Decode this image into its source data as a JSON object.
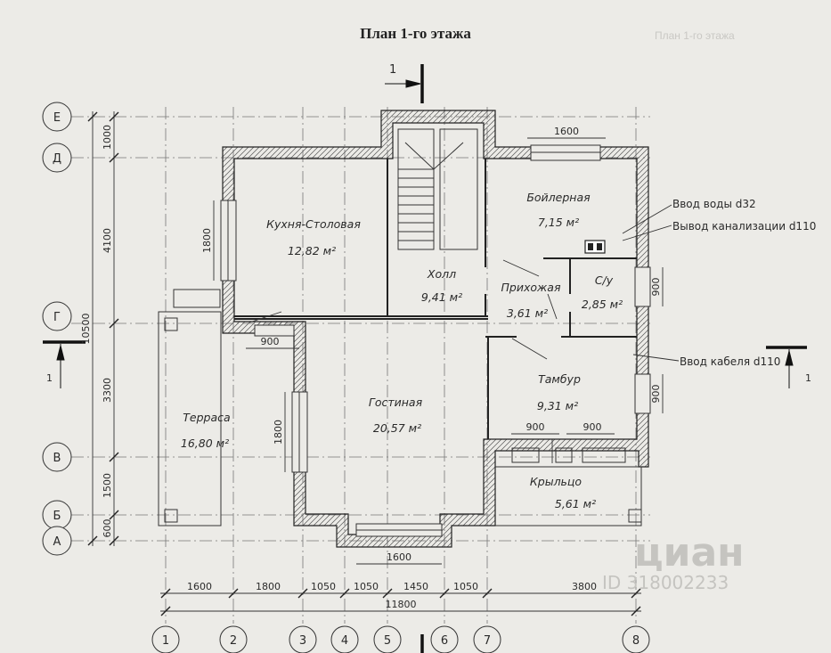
{
  "title": "План 1-го этажа",
  "header_watermark": "План 1-го этажа",
  "watermark": {
    "brand": "циан",
    "id": "ID 318002233"
  },
  "rooms": [
    {
      "name": "Кухня-Столовая",
      "area": "12,82 м²"
    },
    {
      "name": "Холл",
      "area": "9,41 м²"
    },
    {
      "name": "Бойлерная",
      "area": "7,15 м²"
    },
    {
      "name": "Прихожая",
      "area": "3,61 м²"
    },
    {
      "name": "С/у",
      "area": "2,85 м²"
    },
    {
      "name": "Гостиная",
      "area": "20,57 м²"
    },
    {
      "name": "Тамбур",
      "area": "9,31 м²"
    },
    {
      "name": "Терраса",
      "area": "16,80 м²"
    },
    {
      "name": "Крыльцо",
      "area": "5,61 м²"
    }
  ],
  "callouts": [
    "Ввод воды d32",
    "Вывод канализации d110",
    "Ввод кабеля d110"
  ],
  "section_mark": "1",
  "axes_rows": [
    "Е",
    "Д",
    "Г",
    "В",
    "Б",
    "А"
  ],
  "axes_cols": [
    "1",
    "2",
    "3",
    "4",
    "5",
    "6",
    "7",
    "8"
  ],
  "dims_bottom": [
    "1600",
    "1800",
    "1050",
    "1050",
    "1450",
    "1050",
    "3800"
  ],
  "dim_total_bottom": "11800",
  "dims_left": [
    "1000",
    "4100",
    "3300",
    "1500",
    "600"
  ],
  "dim_total_left": "10500",
  "dims_inner": {
    "top_window": "1600",
    "kitchen_window": "1800",
    "terrace_door": "900",
    "living_window": "1800",
    "bottom_window": "1600",
    "right_upper": "900",
    "right_lower": "900",
    "tambur_left": "900",
    "tambur_right": "900"
  }
}
